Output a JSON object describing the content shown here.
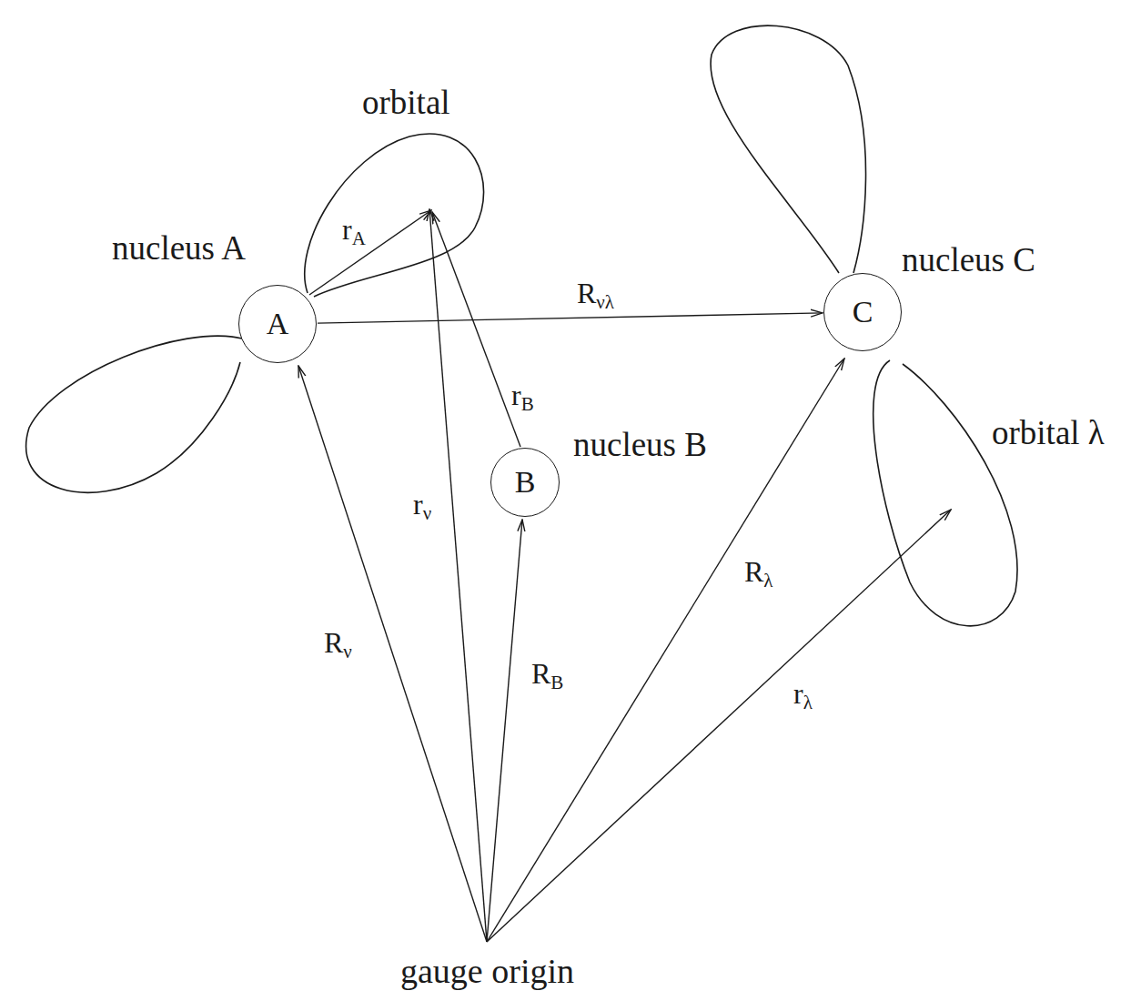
{
  "diagram": {
    "nodes": [
      {
        "text": [
          "nucleus A",
          "A"
        ]
      },
      {
        "text": [
          "nucleus C",
          "C"
        ]
      },
      {
        "text": [
          "nucleus B",
          "B"
        ]
      }
    ],
    "edges": [
      {
        "from": 0,
        "to": 1,
        "arrow": "to",
        "label": "Rνλ"
      }
    ],
    "labels": [
      "orbital",
      "rA",
      "rB",
      "rν",
      "Rν",
      "RB",
      "Rλ",
      "rλ",
      "orbital λ",
      "gauge origin"
    ]
  }
}
